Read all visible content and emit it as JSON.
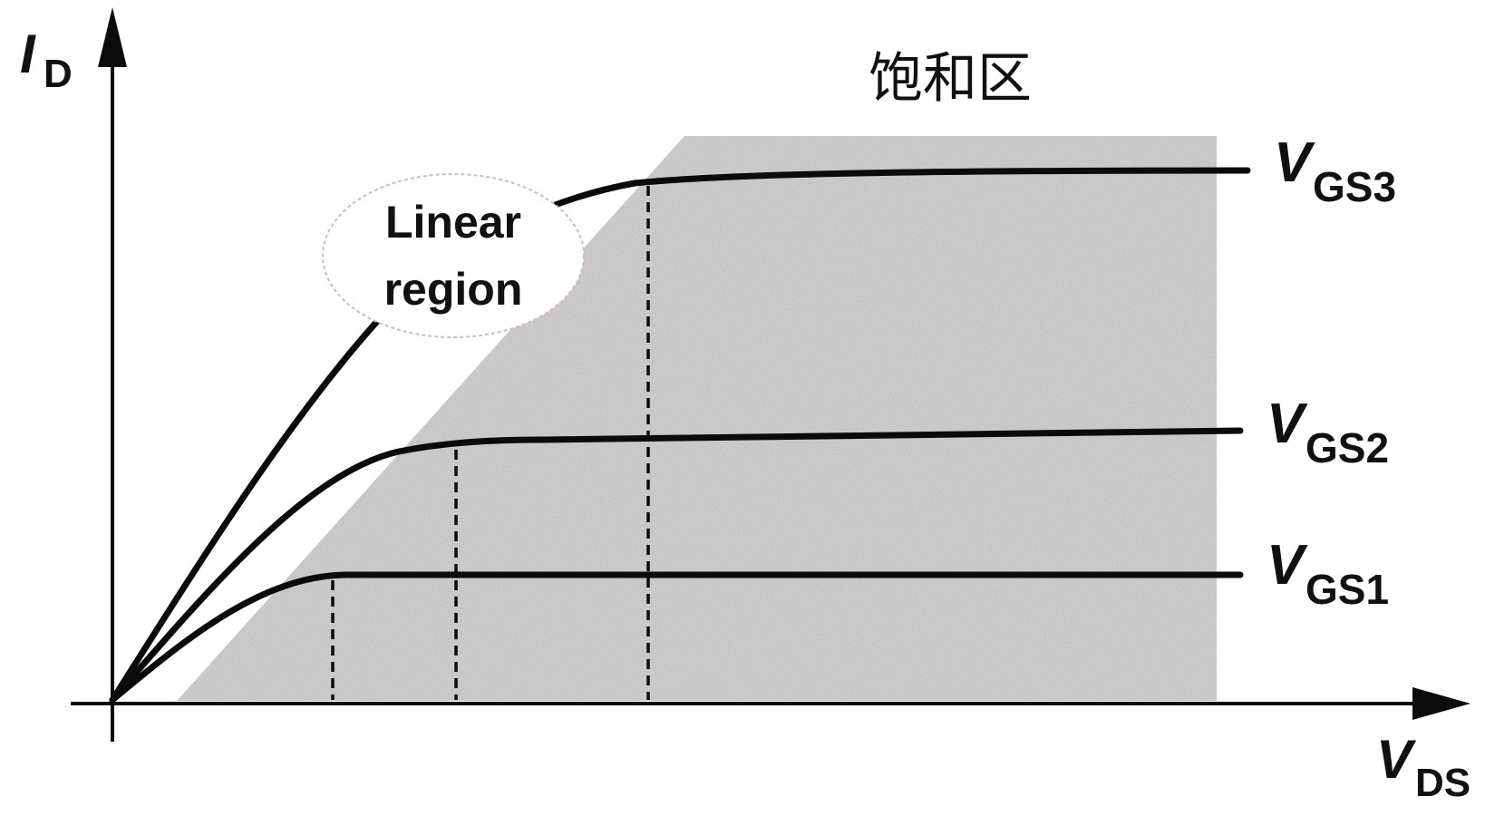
{
  "diagram": {
    "axis_y_label": {
      "main": "I",
      "sub": "D"
    },
    "axis_x_label": {
      "main": "V",
      "sub": "DS"
    },
    "region_saturation_label": "饱和区",
    "region_linear_label": {
      "line1": "Linear",
      "line2": "region"
    },
    "curves": [
      {
        "id": "vgs3",
        "label_main": "V",
        "label_sub": "GS3"
      },
      {
        "id": "vgs2",
        "label_main": "V",
        "label_sub": "GS2"
      },
      {
        "id": "vgs1",
        "label_main": "V",
        "label_sub": "GS1"
      }
    ],
    "colors": {
      "ink": "#0b0b0b",
      "saturation_fill": "#d6d6d6",
      "bubble_border": "#d9b8b8"
    }
  }
}
